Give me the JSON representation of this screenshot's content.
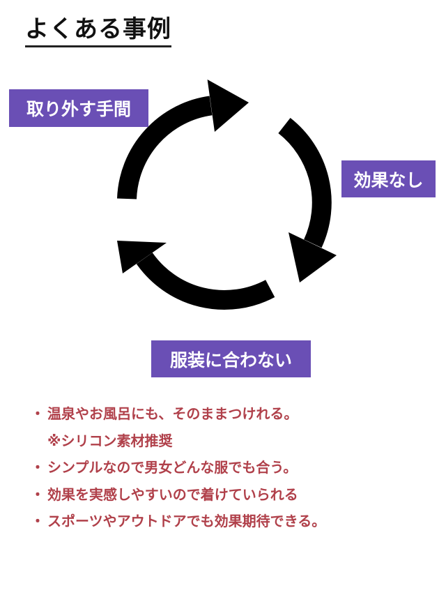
{
  "title": "よくある事例",
  "cycle": {
    "labels": [
      "取り外す手間",
      "効果なし",
      "服装に合わない"
    ],
    "label_color": "#6a4fb5"
  },
  "list": {
    "bullet": "・",
    "items": [
      {
        "text": "温泉やお風呂にも、そのままつけれる。",
        "note": "※シリコン素材推奨"
      },
      {
        "text": "シンプルなので男女どんな服でも合う。"
      },
      {
        "text": "効果を実感しやすいので着けていられる"
      },
      {
        "text": "スポーツやアウトドアでも効果期待できる。"
      }
    ],
    "color": "#b0404a"
  }
}
